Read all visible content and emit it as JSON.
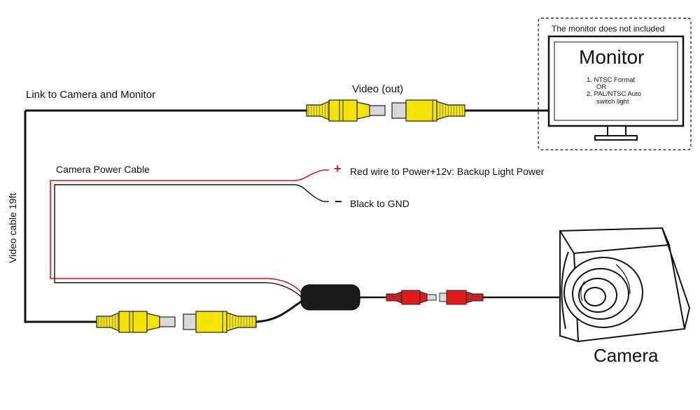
{
  "monitor": {
    "note": "The monitor does not included",
    "title": "Monitor",
    "spec_1": "1. NTSC Format",
    "spec_2": "OR",
    "spec_3": "2. PAL/NTSC Auto",
    "spec_4": "switch light"
  },
  "labels": {
    "link": "Link to Camera and Monitor",
    "video_out": "Video (out)",
    "video_cable": "Video cable 19ft",
    "power_cable": "Camera Power Cable",
    "red_wire": "Red wire to Power+12v: Backup Light Power",
    "black_wire": "Black to GND",
    "plus": "+",
    "minus": "−",
    "camera": "Camera"
  },
  "colors": {
    "connector_yellow": "#f4e300",
    "wire_red": "#d7191c",
    "wire_black": "#111111",
    "rca_red": "#e01b1b"
  }
}
